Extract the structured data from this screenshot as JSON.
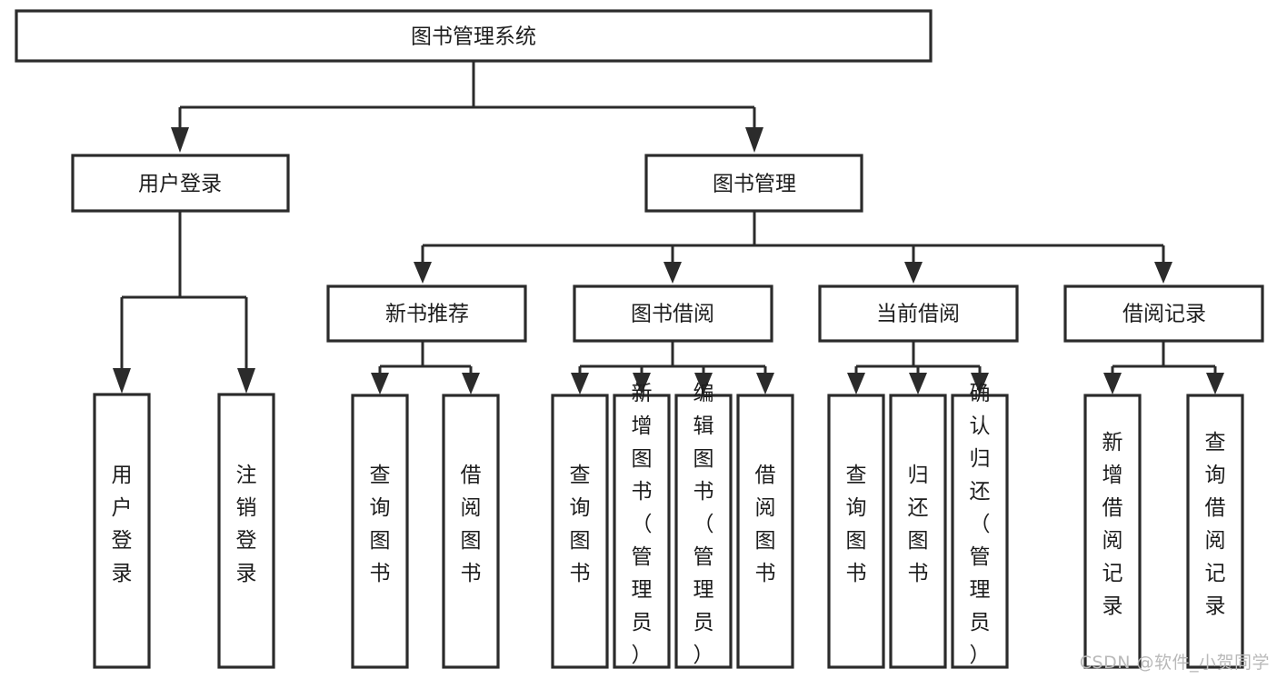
{
  "diagram": {
    "title": "图书管理系统",
    "watermark": "CSDN @软件_小贺同学",
    "colors": {
      "stroke": "#2b2b2b",
      "fill": "#ffffff",
      "text": "#1d1d1d",
      "watermark": "#b9b9b9"
    },
    "root": {
      "label": "图书管理系统"
    },
    "level2": [
      {
        "label": "用户登录"
      },
      {
        "label": "图书管理"
      }
    ],
    "level3": [
      {
        "label": "新书推荐"
      },
      {
        "label": "图书借阅"
      },
      {
        "label": "当前借阅"
      },
      {
        "label": "借阅记录"
      }
    ],
    "leaves": {
      "user_login": [
        {
          "label": "用户登录"
        },
        {
          "label": "注销登录"
        }
      ],
      "new_book": [
        {
          "label": "查询图书"
        },
        {
          "label": "借阅图书"
        }
      ],
      "book_borrow": [
        {
          "label": "查询图书"
        },
        {
          "label": "新增图书（管理员）"
        },
        {
          "label": "编辑图书（管理员）"
        },
        {
          "label": "借阅图书"
        }
      ],
      "current_borrow": [
        {
          "label": "查询图书"
        },
        {
          "label": "归还图书"
        },
        {
          "label": "确认归还（管理员）"
        }
      ],
      "borrow_record": [
        {
          "label": "新增借阅记录"
        },
        {
          "label": "查询借阅记录"
        }
      ]
    }
  }
}
